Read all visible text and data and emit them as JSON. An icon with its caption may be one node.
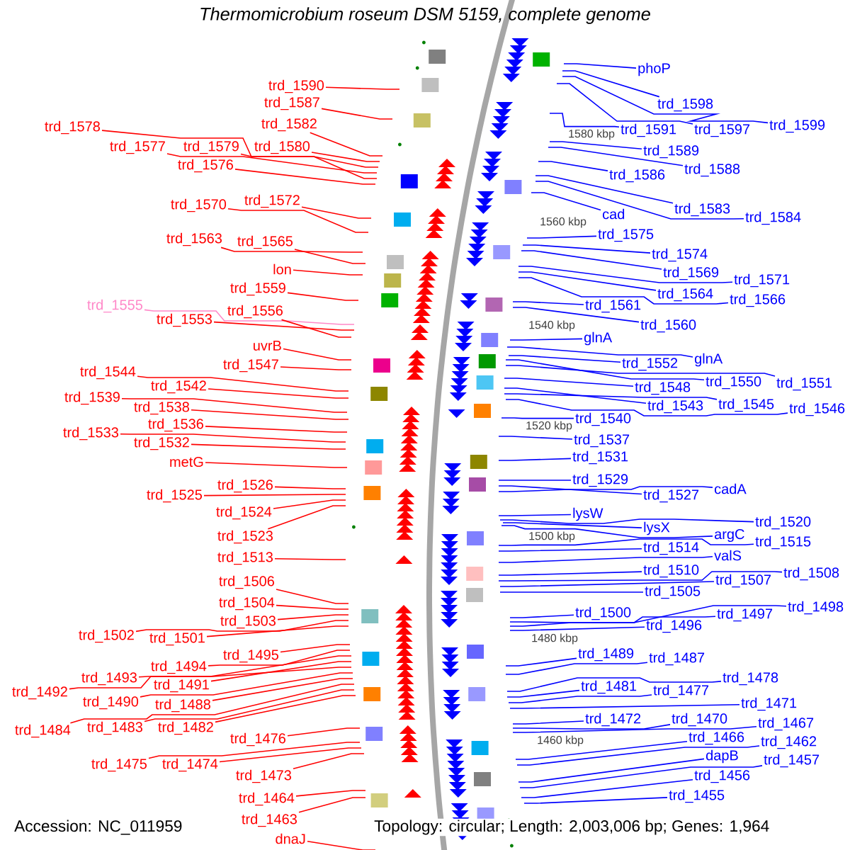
{
  "diagram": {
    "title": "Thermomicrobium roseum DSM 5159, complete genome",
    "nodes": [
      {
        "text": [
          "trd_1590"
        ]
      },
      {
        "text": [
          "trd_1587"
        ]
      },
      {
        "text": [
          "trd_1582"
        ]
      },
      {
        "text": [
          "trd_1578"
        ]
      },
      {
        "text": [
          "trd_1577"
        ]
      },
      {
        "text": [
          "trd_1579"
        ]
      },
      {
        "text": [
          "trd_1580"
        ]
      },
      {
        "text": [
          "trd_1576"
        ]
      },
      {
        "text": [
          "trd_1570"
        ]
      },
      {
        "text": [
          "trd_1572"
        ]
      },
      {
        "text": [
          "trd_1563"
        ]
      },
      {
        "text": [
          "trd_1565"
        ]
      },
      {
        "text": [
          "lon"
        ]
      },
      {
        "text": [
          "trd_1559"
        ]
      },
      {
        "text": [
          "trd_1555"
        ]
      },
      {
        "text": [
          "trd_1553"
        ]
      },
      {
        "text": [
          "trd_1556"
        ]
      },
      {
        "text": [
          "uvrB"
        ]
      },
      {
        "text": [
          "trd_1547"
        ]
      },
      {
        "text": [
          "trd_1544"
        ]
      },
      {
        "text": [
          "trd_1542"
        ]
      },
      {
        "text": [
          "trd_1539"
        ]
      },
      {
        "text": [
          "trd_1538"
        ]
      },
      {
        "text": [
          "trd_1536"
        ]
      },
      {
        "text": [
          "trd_1533"
        ]
      },
      {
        "text": [
          "trd_1532"
        ]
      },
      {
        "text": [
          "metG"
        ]
      },
      {
        "text": [
          "trd_1526"
        ]
      },
      {
        "text": [
          "trd_1525"
        ]
      },
      {
        "text": [
          "trd_1524"
        ]
      },
      {
        "text": [
          "trd_1523"
        ]
      },
      {
        "text": [
          "trd_1513"
        ]
      },
      {
        "text": [
          "trd_1506"
        ]
      },
      {
        "text": [
          "trd_1504"
        ]
      },
      {
        "text": [
          "trd_1503"
        ]
      },
      {
        "text": [
          "trd_1502"
        ]
      },
      {
        "text": [
          "trd_1501"
        ]
      },
      {
        "text": [
          "trd_1495"
        ]
      },
      {
        "text": [
          "trd_1494"
        ]
      },
      {
        "text": [
          "trd_1493"
        ]
      },
      {
        "text": [
          "trd_1491"
        ]
      },
      {
        "text": [
          "trd_1492"
        ]
      },
      {
        "text": [
          "trd_1490"
        ]
      },
      {
        "text": [
          "trd_1488"
        ]
      },
      {
        "text": [
          "trd_1484"
        ]
      },
      {
        "text": [
          "trd_1483"
        ]
      },
      {
        "text": [
          "trd_1482"
        ]
      },
      {
        "text": [
          "trd_1476"
        ]
      },
      {
        "text": [
          "trd_1475"
        ]
      },
      {
        "text": [
          "trd_1474"
        ]
      },
      {
        "text": [
          "trd_1473"
        ]
      },
      {
        "text": [
          "trd_1464"
        ]
      },
      {
        "text": [
          "trd_1463"
        ]
      },
      {
        "text": [
          "dnaJ"
        ]
      },
      {
        "text": [
          "phoP"
        ]
      },
      {
        "text": [
          "trd_1598"
        ]
      },
      {
        "text": [
          "trd_1599"
        ]
      },
      {
        "text": [
          "trd_1591"
        ]
      },
      {
        "text": [
          "trd_1597"
        ]
      },
      {
        "text": [
          "trd_1589"
        ]
      },
      {
        "text": [
          "trd_1588"
        ]
      },
      {
        "text": [
          "trd_1586"
        ]
      },
      {
        "text": [
          "trd_1583"
        ]
      },
      {
        "text": [
          "trd_1584"
        ]
      },
      {
        "text": [
          "cad"
        ]
      },
      {
        "text": [
          "trd_1575"
        ]
      },
      {
        "text": [
          "trd_1574"
        ]
      },
      {
        "text": [
          "trd_1569"
        ]
      },
      {
        "text": [
          "trd_1571"
        ]
      },
      {
        "text": [
          "trd_1564"
        ]
      },
      {
        "text": [
          "trd_1566"
        ]
      },
      {
        "text": [
          "trd_1561"
        ]
      },
      {
        "text": [
          "trd_1560"
        ]
      },
      {
        "text": [
          "glnA"
        ]
      },
      {
        "text": [
          "trd_1552"
        ]
      },
      {
        "text": [
          "glnA"
        ]
      },
      {
        "text": [
          "trd_1548"
        ]
      },
      {
        "text": [
          "trd_1550"
        ]
      },
      {
        "text": [
          "trd_1551"
        ]
      },
      {
        "text": [
          "trd_1543"
        ]
      },
      {
        "text": [
          "trd_1545"
        ]
      },
      {
        "text": [
          "trd_1546"
        ]
      },
      {
        "text": [
          "trd_1540"
        ]
      },
      {
        "text": [
          "trd_1537"
        ]
      },
      {
        "text": [
          "trd_1531"
        ]
      },
      {
        "text": [
          "trd_1529"
        ]
      },
      {
        "text": [
          "trd_1527"
        ]
      },
      {
        "text": [
          "cadA"
        ]
      },
      {
        "text": [
          "lysW"
        ]
      },
      {
        "text": [
          "trd_1520"
        ]
      },
      {
        "text": [
          "lysX"
        ]
      },
      {
        "text": [
          "argC"
        ]
      },
      {
        "text": [
          "trd_1515"
        ]
      },
      {
        "text": [
          "trd_1514"
        ]
      },
      {
        "text": [
          "valS"
        ]
      },
      {
        "text": [
          "trd_1510"
        ]
      },
      {
        "text": [
          "trd_1508"
        ]
      },
      {
        "text": [
          "trd_1507"
        ]
      },
      {
        "text": [
          "trd_1505"
        ]
      },
      {
        "text": [
          "trd_1500"
        ]
      },
      {
        "text": [
          "trd_1498"
        ]
      },
      {
        "text": [
          "trd_1497"
        ]
      },
      {
        "text": [
          "trd_1496"
        ]
      },
      {
        "text": [
          "trd_1489"
        ]
      },
      {
        "text": [
          "trd_1487"
        ]
      },
      {
        "text": [
          "trd_1478"
        ]
      },
      {
        "text": [
          "trd_1481"
        ]
      },
      {
        "text": [
          "trd_1477"
        ]
      },
      {
        "text": [
          "trd_1471"
        ]
      },
      {
        "text": [
          "trd_1472"
        ]
      },
      {
        "text": [
          "trd_1470"
        ]
      },
      {
        "text": [
          "trd_1467"
        ]
      },
      {
        "text": [
          "trd_1466"
        ]
      },
      {
        "text": [
          "trd_1462"
        ]
      },
      {
        "text": [
          "dapB"
        ]
      },
      {
        "text": [
          "trd_1457"
        ]
      },
      {
        "text": [
          "trd_1456"
        ]
      },
      {
        "text": [
          "trd_1455"
        ]
      }
    ],
    "edges": [
      {
        "from": 0,
        "to": null,
        "arrow": "none",
        "color": "#ff0000"
      },
      {
        "from": 1,
        "to": null,
        "arrow": "none",
        "color": "#ff0000"
      },
      {
        "from": 2,
        "to": null,
        "arrow": "none",
        "color": "#ff0000"
      },
      {
        "from": 3,
        "to": null,
        "arrow": "none",
        "color": "#ff0000"
      },
      {
        "from": 4,
        "to": null,
        "arrow": "none",
        "color": "#ff0000"
      },
      {
        "from": 5,
        "to": null,
        "arrow": "none",
        "color": "#ff0000"
      },
      {
        "from": 6,
        "to": null,
        "arrow": "none",
        "color": "#ff0000"
      },
      {
        "from": 7,
        "to": null,
        "arrow": "none",
        "color": "#ff0000"
      },
      {
        "from": 8,
        "to": null,
        "arrow": "none",
        "color": "#ff0000"
      },
      {
        "from": 9,
        "to": null,
        "arrow": "none",
        "color": "#ff0000"
      },
      {
        "from": 10,
        "to": null,
        "arrow": "none",
        "color": "#ff0000"
      },
      {
        "from": 11,
        "to": null,
        "arrow": "none",
        "color": "#ff0000"
      },
      {
        "from": 12,
        "to": null,
        "arrow": "none",
        "color": "#ff0000"
      },
      {
        "from": 13,
        "to": null,
        "arrow": "none",
        "color": "#ff0000"
      },
      {
        "from": 14,
        "to": null,
        "arrow": "none",
        "color": "#ff88c8"
      },
      {
        "from": 15,
        "to": null,
        "arrow": "none",
        "color": "#ff0000"
      },
      {
        "from": 16,
        "to": null,
        "arrow": "none",
        "color": "#ff0000"
      },
      {
        "from": 17,
        "to": null,
        "arrow": "none",
        "color": "#ff0000"
      },
      {
        "from": 18,
        "to": null,
        "arrow": "none",
        "color": "#ff0000"
      },
      {
        "from": 19,
        "to": null,
        "arrow": "none",
        "color": "#ff0000"
      },
      {
        "from": 20,
        "to": null,
        "arrow": "none",
        "color": "#ff0000"
      },
      {
        "from": 21,
        "to": null,
        "arrow": "none",
        "color": "#ff0000"
      },
      {
        "from": 22,
        "to": null,
        "arrow": "none",
        "color": "#ff0000"
      },
      {
        "from": 23,
        "to": null,
        "arrow": "none",
        "color": "#ff0000"
      },
      {
        "from": 24,
        "to": null,
        "arrow": "none",
        "color": "#ff0000"
      },
      {
        "from": 25,
        "to": null,
        "arrow": "none",
        "color": "#ff0000"
      },
      {
        "from": 26,
        "to": null,
        "arrow": "none",
        "color": "#ff0000"
      },
      {
        "from": 27,
        "to": null,
        "arrow": "none",
        "color": "#ff0000"
      },
      {
        "from": 28,
        "to": null,
        "arrow": "none",
        "color": "#ff0000"
      },
      {
        "from": 29,
        "to": null,
        "arrow": "none",
        "color": "#ff0000"
      },
      {
        "from": 30,
        "to": null,
        "arrow": "none",
        "color": "#ff0000"
      },
      {
        "from": 31,
        "to": null,
        "arrow": "none",
        "color": "#ff0000"
      },
      {
        "from": 32,
        "to": null,
        "arrow": "none",
        "color": "#ff0000"
      },
      {
        "from": 33,
        "to": null,
        "arrow": "none",
        "color": "#ff0000"
      },
      {
        "from": 34,
        "to": null,
        "arrow": "none",
        "color": "#ff0000"
      },
      {
        "from": 35,
        "to": null,
        "arrow": "none",
        "color": "#ff0000"
      },
      {
        "from": 36,
        "to": null,
        "arrow": "none",
        "color": "#ff0000"
      },
      {
        "from": 37,
        "to": null,
        "arrow": "none",
        "color": "#ff0000"
      },
      {
        "from": 38,
        "to": null,
        "arrow": "none",
        "color": "#ff0000"
      },
      {
        "from": 39,
        "to": null,
        "arrow": "none",
        "color": "#ff0000"
      },
      {
        "from": 40,
        "to": null,
        "arrow": "none",
        "color": "#ff0000"
      },
      {
        "from": 41,
        "to": null,
        "arrow": "none",
        "color": "#ff0000"
      },
      {
        "from": 42,
        "to": null,
        "arrow": "none",
        "color": "#ff0000"
      },
      {
        "from": 43,
        "to": null,
        "arrow": "none",
        "color": "#ff0000"
      },
      {
        "from": 44,
        "to": null,
        "arrow": "none",
        "color": "#ff0000"
      },
      {
        "from": 45,
        "to": null,
        "arrow": "none",
        "color": "#ff0000"
      },
      {
        "from": 46,
        "to": null,
        "arrow": "none",
        "color": "#ff0000"
      },
      {
        "from": 47,
        "to": null,
        "arrow": "none",
        "color": "#ff0000"
      },
      {
        "from": 48,
        "to": null,
        "arrow": "none",
        "color": "#ff0000"
      },
      {
        "from": 49,
        "to": null,
        "arrow": "none",
        "color": "#ff0000"
      },
      {
        "from": 50,
        "to": null,
        "arrow": "none",
        "color": "#ff0000"
      },
      {
        "from": 51,
        "to": null,
        "arrow": "none",
        "color": "#ff0000"
      },
      {
        "from": 52,
        "to": null,
        "arrow": "none",
        "color": "#ff0000"
      },
      {
        "from": 53,
        "to": null,
        "arrow": "none",
        "color": "#ff0000"
      },
      {
        "from": 54,
        "to": null,
        "arrow": "none",
        "color": "#0000ff"
      },
      {
        "from": 55,
        "to": null,
        "arrow": "none",
        "color": "#0000ff"
      },
      {
        "from": 56,
        "to": null,
        "arrow": "none",
        "color": "#0000ff"
      },
      {
        "from": 57,
        "to": null,
        "arrow": "none",
        "color": "#0000ff"
      },
      {
        "from": 58,
        "to": null,
        "arrow": "none",
        "color": "#0000ff"
      },
      {
        "from": 59,
        "to": null,
        "arrow": "none",
        "color": "#0000ff"
      },
      {
        "from": 60,
        "to": null,
        "arrow": "none",
        "color": "#0000ff"
      },
      {
        "from": 61,
        "to": null,
        "arrow": "none",
        "color": "#0000ff"
      },
      {
        "from": 62,
        "to": null,
        "arrow": "none",
        "color": "#0000ff"
      },
      {
        "from": 63,
        "to": null,
        "arrow": "none",
        "color": "#0000ff"
      },
      {
        "from": 64,
        "to": null,
        "arrow": "none",
        "color": "#0000ff"
      },
      {
        "from": 65,
        "to": null,
        "arrow": "none",
        "color": "#0000ff"
      },
      {
        "from": 66,
        "to": null,
        "arrow": "none",
        "color": "#0000ff"
      },
      {
        "from": 67,
        "to": null,
        "arrow": "none",
        "color": "#0000ff"
      },
      {
        "from": 68,
        "to": null,
        "arrow": "none",
        "color": "#0000ff"
      },
      {
        "from": 69,
        "to": null,
        "arrow": "none",
        "color": "#0000ff"
      },
      {
        "from": 70,
        "to": null,
        "arrow": "none",
        "color": "#0000ff"
      },
      {
        "from": 71,
        "to": null,
        "arrow": "none",
        "color": "#0000ff"
      },
      {
        "from": 72,
        "to": null,
        "arrow": "none",
        "color": "#0000ff"
      },
      {
        "from": 73,
        "to": null,
        "arrow": "none",
        "color": "#0000ff"
      },
      {
        "from": 74,
        "to": null,
        "arrow": "none",
        "color": "#0000ff"
      },
      {
        "from": 75,
        "to": null,
        "arrow": "none",
        "color": "#0000ff"
      },
      {
        "from": 76,
        "to": null,
        "arrow": "none",
        "color": "#0000ff"
      },
      {
        "from": 77,
        "to": null,
        "arrow": "none",
        "color": "#0000ff"
      },
      {
        "from": 78,
        "to": null,
        "arrow": "none",
        "color": "#0000ff"
      },
      {
        "from": 79,
        "to": null,
        "arrow": "none",
        "color": "#0000ff"
      },
      {
        "from": 80,
        "to": null,
        "arrow": "none",
        "color": "#0000ff"
      },
      {
        "from": 81,
        "to": null,
        "arrow": "none",
        "color": "#0000ff"
      },
      {
        "from": 82,
        "to": null,
        "arrow": "none",
        "color": "#0000ff"
      },
      {
        "from": 83,
        "to": null,
        "arrow": "none",
        "color": "#0000ff"
      },
      {
        "from": 84,
        "to": null,
        "arrow": "none",
        "color": "#0000ff"
      },
      {
        "from": 85,
        "to": null,
        "arrow": "none",
        "color": "#0000ff"
      },
      {
        "from": 86,
        "to": null,
        "arrow": "none",
        "color": "#0000ff"
      },
      {
        "from": 87,
        "to": null,
        "arrow": "none",
        "color": "#0000ff"
      },
      {
        "from": 88,
        "to": null,
        "arrow": "none",
        "color": "#0000ff"
      },
      {
        "from": 89,
        "to": null,
        "arrow": "none",
        "color": "#0000ff"
      },
      {
        "from": 90,
        "to": null,
        "arrow": "none",
        "color": "#0000ff"
      },
      {
        "from": 91,
        "to": null,
        "arrow": "none",
        "color": "#0000ff"
      },
      {
        "from": 92,
        "to": null,
        "arrow": "none",
        "color": "#0000ff"
      },
      {
        "from": 93,
        "to": null,
        "arrow": "none",
        "color": "#0000ff"
      },
      {
        "from": 94,
        "to": null,
        "arrow": "none",
        "color": "#0000ff"
      },
      {
        "from": 95,
        "to": null,
        "arrow": "none",
        "color": "#0000ff"
      },
      {
        "from": 96,
        "to": null,
        "arrow": "none",
        "color": "#0000ff"
      },
      {
        "from": 97,
        "to": null,
        "arrow": "none",
        "color": "#0000ff"
      },
      {
        "from": 98,
        "to": null,
        "arrow": "none",
        "color": "#0000ff"
      },
      {
        "from": 99,
        "to": null,
        "arrow": "none",
        "color": "#0000ff"
      },
      {
        "from": 100,
        "to": null,
        "arrow": "none",
        "color": "#0000ff"
      },
      {
        "from": 101,
        "to": null,
        "arrow": "none",
        "color": "#0000ff"
      },
      {
        "from": 102,
        "to": null,
        "arrow": "none",
        "color": "#0000ff"
      },
      {
        "from": 103,
        "to": null,
        "arrow": "none",
        "color": "#0000ff"
      },
      {
        "from": 104,
        "to": null,
        "arrow": "none",
        "color": "#0000ff"
      },
      {
        "from": 105,
        "to": null,
        "arrow": "none",
        "color": "#0000ff"
      },
      {
        "from": 106,
        "to": null,
        "arrow": "none",
        "color": "#0000ff"
      },
      {
        "from": 107,
        "to": null,
        "arrow": "none",
        "color": "#0000ff"
      },
      {
        "from": 108,
        "to": null,
        "arrow": "none",
        "color": "#0000ff"
      },
      {
        "from": 109,
        "to": null,
        "arrow": "none",
        "color": "#0000ff"
      },
      {
        "from": 110,
        "to": null,
        "arrow": "none",
        "color": "#0000ff"
      },
      {
        "from": 111,
        "to": null,
        "arrow": "none",
        "color": "#0000ff"
      },
      {
        "from": 112,
        "to": null,
        "arrow": "none",
        "color": "#0000ff"
      },
      {
        "from": 113,
        "to": null,
        "arrow": "none",
        "color": "#0000ff"
      },
      {
        "from": 114,
        "to": null,
        "arrow": "none",
        "color": "#0000ff"
      },
      {
        "from": 115,
        "to": null,
        "arrow": "none",
        "color": "#0000ff"
      },
      {
        "from": 116,
        "to": null,
        "arrow": "none",
        "color": "#0000ff"
      },
      {
        "from": 117,
        "to": null,
        "arrow": "none",
        "color": "#0000ff"
      }
    ],
    "labels": [
      "1580 kbp",
      "1560 kbp",
      "1540 kbp",
      "1520 kbp",
      "1500 kbp",
      "1480 kbp",
      "1460 kbp",
      "Accession: NC_011959",
      "Topology: circular; Length: 2,003,006 bp; Genes: 1,964"
    ]
  }
}
